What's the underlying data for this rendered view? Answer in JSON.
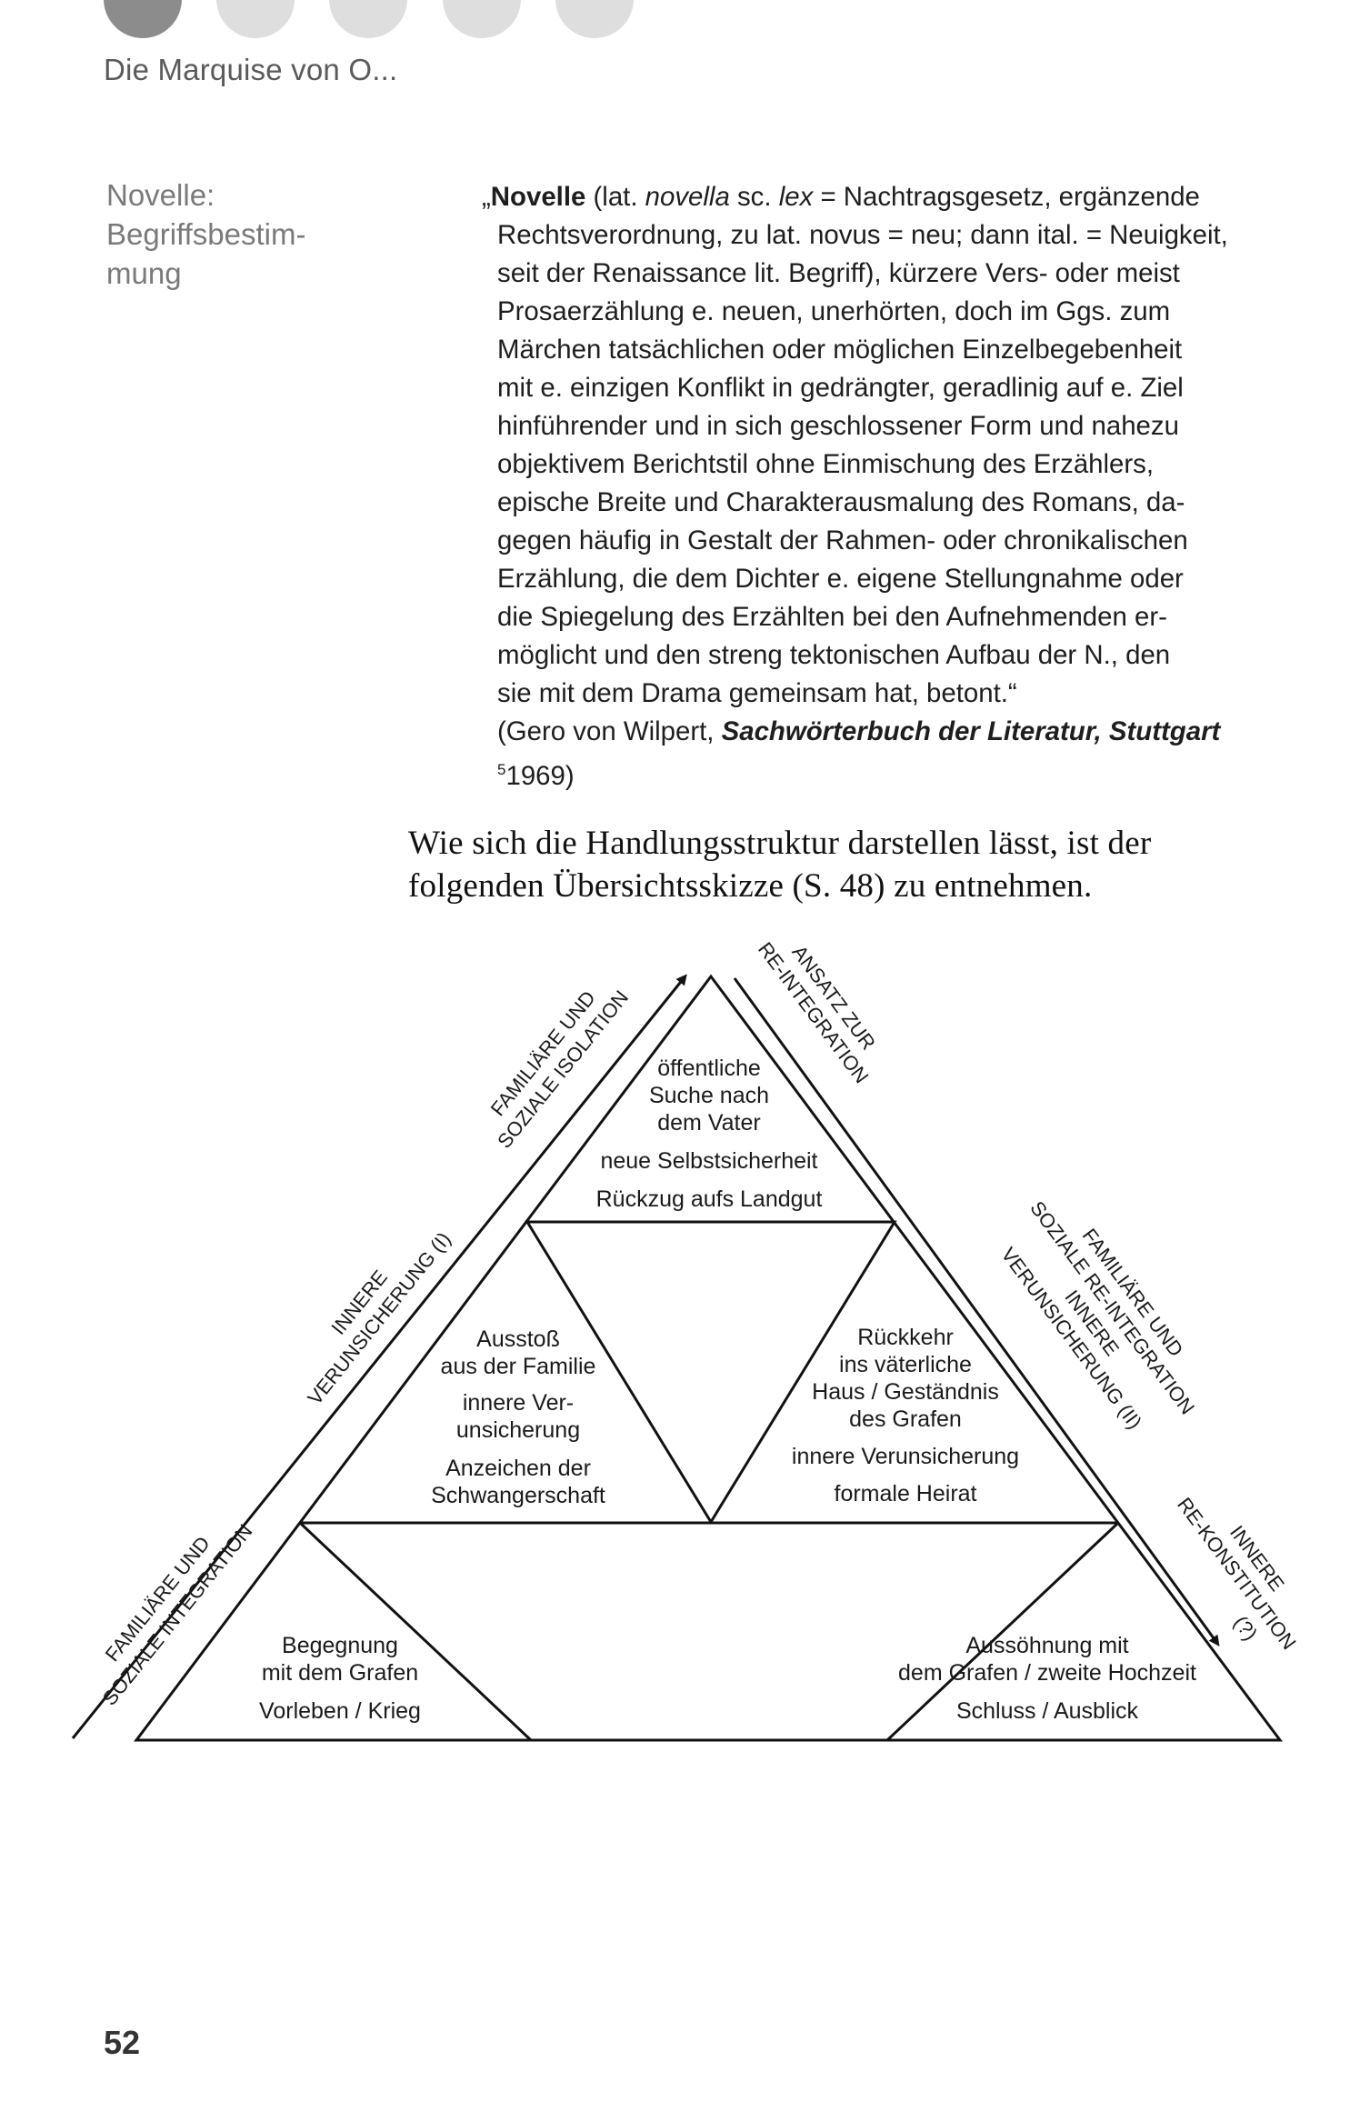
{
  "header": {
    "running_head": "Die Marquise von O..."
  },
  "margin_note": {
    "lines": [
      "Novelle:",
      "Begriffsbestim-",
      "mung"
    ]
  },
  "quote": {
    "term": "Novelle",
    "line1_rest_a": " (lat. ",
    "novella": "novella",
    "line1_rest_b": " sc. ",
    "lex": "lex",
    "line1_rest_c": " = Nachtragsgesetz, ergänzende",
    "open_quote": "„",
    "lines": [
      "Rechtsverordnung, zu lat. novus = neu; dann ital. = Neuigkeit,",
      "seit der Renaissance lit. Begriff), kürzere Vers- oder meist",
      "Prosaerzählung e. neuen, unerhörten, doch im Ggs. zum",
      "Märchen tatsächlichen oder möglichen Einzelbegebenheit",
      "mit e. einzigen Konflikt in gedrängter, geradlinig auf e. Ziel",
      "hinführender und in sich geschlossener Form und nahezu",
      "objektivem Berichtstil ohne Einmischung des Erzählers,",
      "epische Breite und Charakterausmalung des Romans, da-",
      "gegen häufig in Gestalt der Rahmen- oder chronikalischen",
      "Erzählung, die dem Dichter e. eigene Stellungnahme oder",
      "die Spiegelung des Erzählten bei den Aufnehmenden er-",
      "möglicht und den streng tektonischen Aufbau der N., den",
      "sie mit dem Drama gemeinsam hat, betont.“"
    ],
    "source_prefix": "(Gero von Wilpert, ",
    "source_title": "Sachwörterbuch der Literatur, Stuttgart",
    "source_edition": "5",
    "source_year": "1969)"
  },
  "lead": {
    "lines": [
      "Wie sich die Handlungsstruktur darstellen lässt, ist der",
      "folgenden Übersichtsskizze (S. 48) zu entnehmen."
    ]
  },
  "diagram": {
    "top": [
      "öffentliche",
      "Suche nach",
      "dem Vater",
      "neue Selbstsicherheit",
      "Rückzug aufs Landgut"
    ],
    "left": [
      "Ausstoß",
      "aus der Familie",
      "innere Ver-",
      "unsicherung",
      "Anzeichen der",
      "Schwangerschaft"
    ],
    "right": [
      "Rückkehr",
      "ins väterliche",
      "Haus / Geständnis",
      "des Grafen",
      "innere Verunsicherung",
      "formale Heirat"
    ],
    "bottom_left": [
      "Begegnung",
      "mit dem Grafen",
      "Vorleben / Krieg"
    ],
    "bottom_right": [
      "Aussöhnung mit",
      "dem Grafen / zweite Hochzeit",
      "Schluss / Ausblick"
    ],
    "side_labels": {
      "l1": [
        "FAMILIÄRE UND",
        "SOZIALE INTEGRATION"
      ],
      "l2": [
        "INNERE",
        "VERUNSICHERUNG (I)"
      ],
      "l3": [
        "FAMILIÄRE UND",
        "SOZIALE ISOLATION"
      ],
      "r1": [
        "ANSATZ ZUR",
        "RE-INTEGRATION"
      ],
      "r2": [
        "FAMILIÄRE UND",
        "SOZIALE RE-INTEGRATION"
      ],
      "r3": [
        "INNERE",
        "VERUNSICHERUNG (II)"
      ],
      "r4": [
        "INNERE",
        "RE-KONSTITUTION",
        "(?)"
      ]
    }
  },
  "footer": {
    "page_number": "52"
  }
}
